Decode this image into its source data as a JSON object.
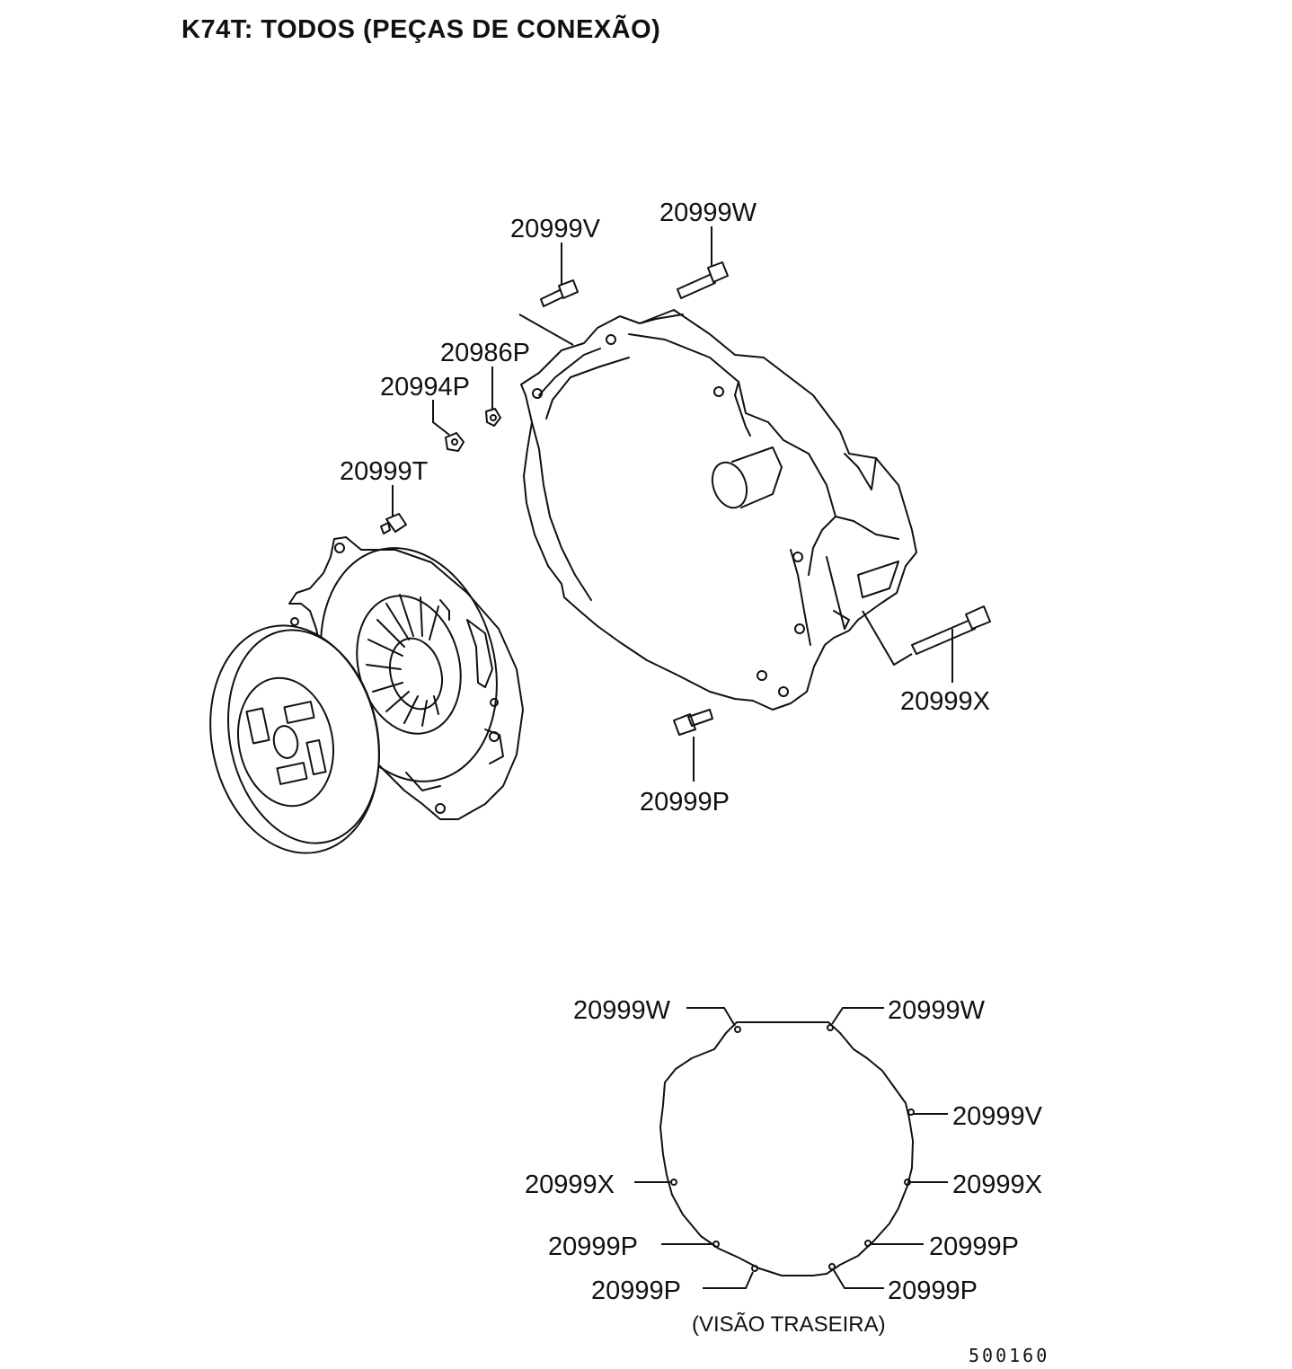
{
  "title": "K74T: TODOS (PEÇAS DE CONEXÃO)",
  "exploded_view": {
    "callouts": {
      "v": "20999V",
      "w": "20999W",
      "p986": "20986P",
      "p994": "20994P",
      "t": "20999T",
      "x": "20999X",
      "p": "20999P"
    }
  },
  "rear_view": {
    "caption": "(VISÃO TRASEIRA)",
    "callouts": {
      "w_left": "20999W",
      "w_right": "20999W",
      "v_right": "20999V",
      "x_left": "20999X",
      "x_right": "20999X",
      "p_left_upper": "20999P",
      "p_right_upper": "20999P",
      "p_left_lower": "20999P",
      "p_right_lower": "20999P"
    }
  },
  "figure_number": "500160"
}
